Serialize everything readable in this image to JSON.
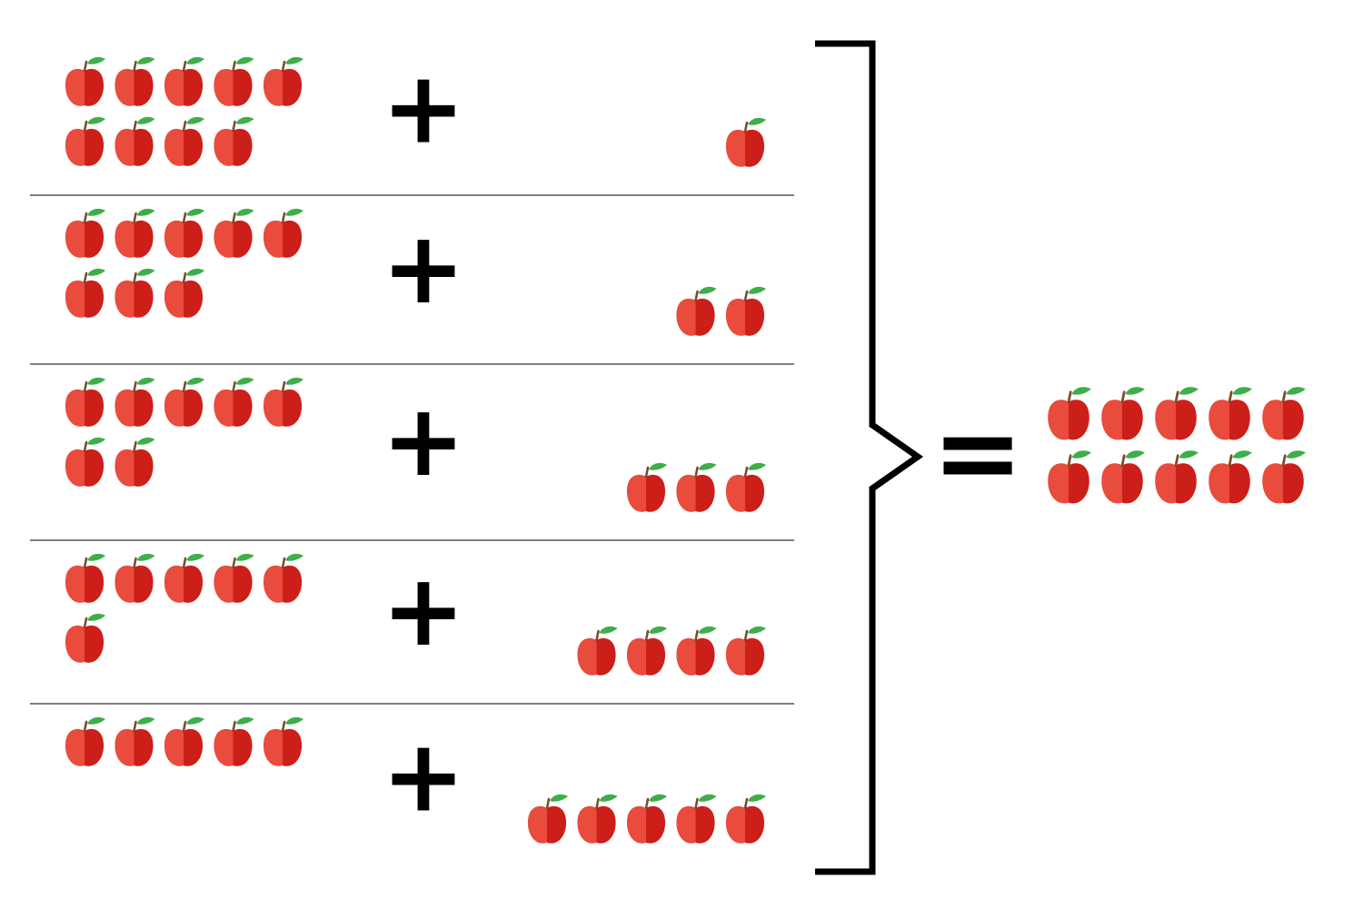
{
  "figure": {
    "operator_plus": "+",
    "operator_equals": "=",
    "rows": [
      {
        "left_count": 9,
        "right_count": 1
      },
      {
        "left_count": 8,
        "right_count": 2
      },
      {
        "left_count": 7,
        "right_count": 3
      },
      {
        "left_count": 6,
        "right_count": 4
      },
      {
        "left_count": 5,
        "right_count": 5
      }
    ],
    "result_count": 10,
    "icon": "apple-icon",
    "colors": {
      "apple_light": "#E94B3C",
      "apple_dark": "#CC1F1A",
      "leaf": "#3DAE49",
      "stem": "#7A4A2A",
      "divider": "#333333",
      "bracket": "#000000",
      "operator": "#000000"
    }
  }
}
